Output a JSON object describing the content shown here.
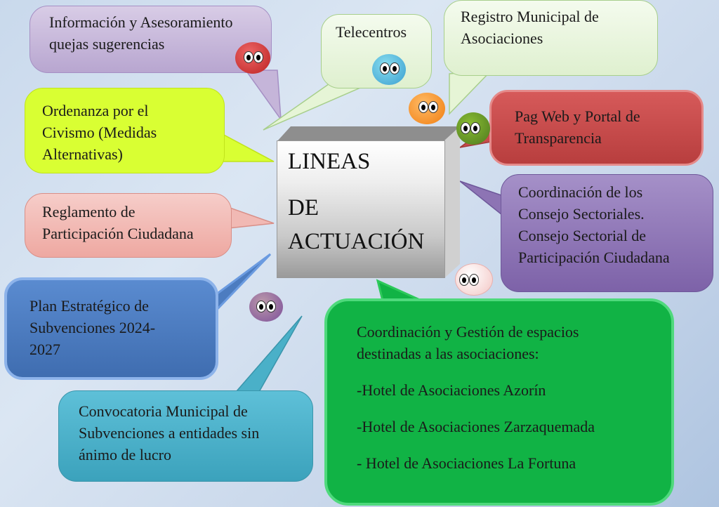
{
  "center": {
    "line1": "LINEAS",
    "line2": "DE",
    "line3": "ACTUACIÓN"
  },
  "bubbles": {
    "informacion": {
      "lines": [
        "Información  y Asesoramiento",
        "quejas sugerencias"
      ]
    },
    "telecentros": {
      "lines": [
        "Telecentros"
      ]
    },
    "registro": {
      "lines": [
        "Registro Municipal de",
        "Asociaciones"
      ]
    },
    "ordenanza": {
      "lines": [
        "Ordenanza por el",
        "Civismo (Medidas",
        "Alternativas)"
      ]
    },
    "pagweb": {
      "lines": [
        "Pag Web  y Portal de",
        "Transparencia"
      ]
    },
    "reglamento": {
      "lines": [
        "Reglamento de",
        "Participación Ciudadana"
      ]
    },
    "coordinacion_consejos": {
      "lines": [
        "Coordinación de los",
        "Consejo Sectoriales.",
        "Consejo Sectorial  de",
        "Participación Ciudadana"
      ]
    },
    "plan": {
      "lines": [
        "Plan Estratégico de",
        "Subvenciones 2024-",
        "2027"
      ]
    },
    "espacios": {
      "lines": [
        "Coordinación y Gestión de espacios",
        "destinadas a las asociaciones:",
        "-Hotel de Asociaciones  Azorín",
        "-Hotel de Asociaciones  Zarzaquemada",
        "- Hotel de Asociaciones  La Fortuna"
      ]
    },
    "convocatoria": {
      "lines": [
        "Convocatoria Municipal de",
        "Subvenciones a entidades sin",
        "ánimo de lucro"
      ]
    }
  },
  "colors": {
    "lavender": "#c5b5d9",
    "mint": "#e6f5d6",
    "lime": "#d9ff33",
    "red": "#c74c4c",
    "pink": "#f1b9b4",
    "purple": "#8d74b4",
    "blue": "#4c7cc0",
    "green": "#11b345",
    "teal": "#4ab0c8"
  },
  "faces": [
    "red-face-icon",
    "blue-face-icon",
    "orange-face-icon",
    "green-face-icon",
    "pink-face-icon",
    "purple-face-icon"
  ]
}
